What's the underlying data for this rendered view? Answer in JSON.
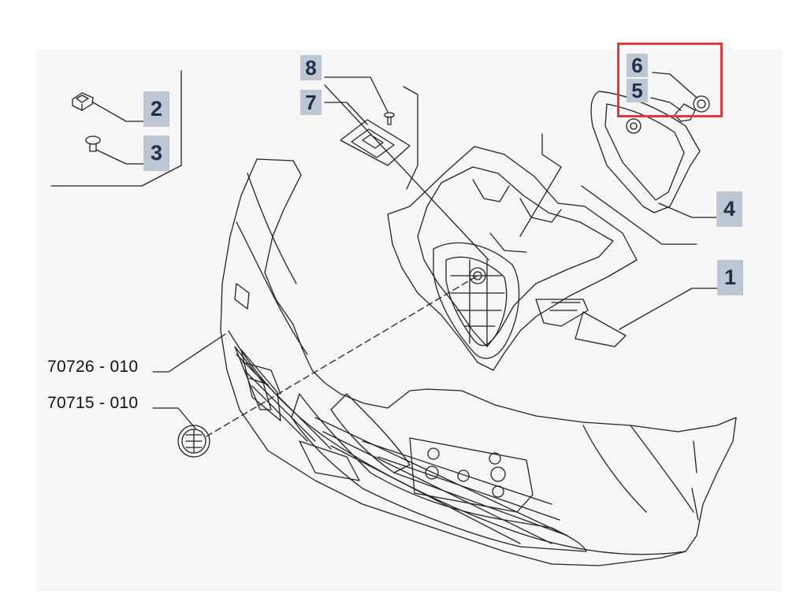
{
  "callouts": {
    "c1": "1",
    "c2": "2",
    "c3": "3",
    "c4": "4",
    "c5": "5",
    "c6": "6",
    "c7": "7",
    "c8": "8"
  },
  "references": {
    "r1": "70726 - 010",
    "r2": "70715 - 010"
  },
  "colors": {
    "callout_bg": "#bcc7d3",
    "callout_text": "#1d2f4a",
    "highlight_border": "#e23a3a",
    "line": "#222222"
  },
  "icons": {
    "badge": "alfa-romeo-badge-icon"
  }
}
